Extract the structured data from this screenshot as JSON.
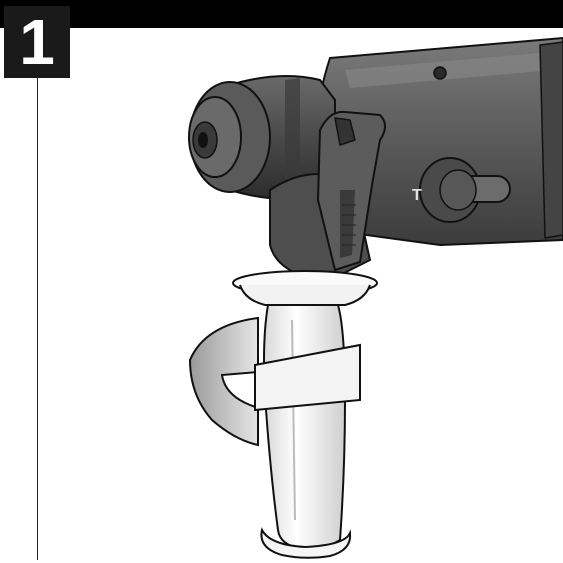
{
  "step": {
    "number": "1"
  },
  "tool_marking": {
    "text": "T"
  },
  "icons": {
    "drill": "rotary-hammer-drill-illustration",
    "handle": "auxiliary-side-handle",
    "arrow": "rotation-arrow-icon"
  },
  "colors": {
    "bar": "#000000",
    "step_box": "#1a1a1a",
    "tool_body": "#5a5a5a",
    "tool_dark": "#3a3a3a",
    "handle": "#f0f0f0"
  }
}
